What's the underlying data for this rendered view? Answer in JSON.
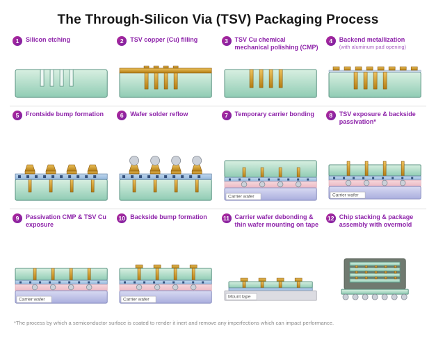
{
  "title": "The Through-Silicon Via (TSV) Packaging Process",
  "footnote": "*The process by which a semiconductor surface is coated to render it inert and remove any imperfections which can impact  performance.",
  "labels": {
    "carrier_wafer": "Carrier wafer",
    "mount_tape": "Mount tape"
  },
  "colors": {
    "accent_purple": "#8e24aa",
    "badge_gradient_start": "#b12a9b",
    "badge_gradient_end": "#7b1fa2",
    "wafer_green": "#a9d8c2",
    "copper": "#cf9726",
    "carrier_lavender": "#bcc0e6",
    "adhesive_pink": "#ecb9c3",
    "metal_blue": "#93b7dd",
    "mold_gray": "#707a70"
  },
  "steps": [
    {
      "num": "1",
      "title": "Silicon etching"
    },
    {
      "num": "2",
      "title": "TSV copper (Cu) filling"
    },
    {
      "num": "3",
      "title": "TSV Cu chemical mechanical polishing (CMP)"
    },
    {
      "num": "4",
      "title": "Backend metallization",
      "subtitle": "(with aluminum pad opening)"
    },
    {
      "num": "5",
      "title": "Frontside bump formation"
    },
    {
      "num": "6",
      "title": "Wafer solder reflow"
    },
    {
      "num": "7",
      "title": "Temporary carrier bonding"
    },
    {
      "num": "8",
      "title": "TSV exposure & backside passivation*"
    },
    {
      "num": "9",
      "title": "Passivation CMP & TSV Cu exposure"
    },
    {
      "num": "10",
      "title": "Backside bump formation"
    },
    {
      "num": "11",
      "title": "Carrier wafer debonding & thin wafer mounting on tape"
    },
    {
      "num": "12",
      "title": "Chip stacking & package assembly with overmold"
    }
  ]
}
